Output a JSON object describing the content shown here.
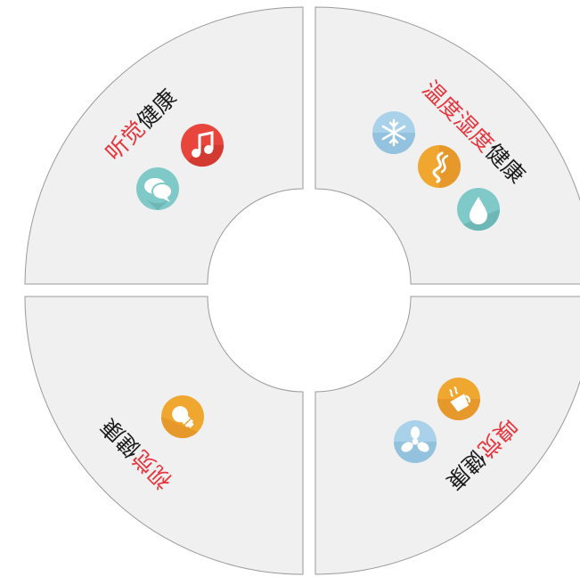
{
  "quadrants": [
    {
      "id": "hearing",
      "highlight": "听觉",
      "rest": "健康",
      "icons": [
        "music-note-icon",
        "speech-bubble-icon"
      ]
    },
    {
      "id": "temperature-humidity",
      "highlight": "温度湿度",
      "rest": "健康",
      "icons": [
        "snowflake-icon",
        "heat-icon",
        "water-drop-icon"
      ]
    },
    {
      "id": "vision",
      "highlight": "视觉",
      "rest": "健康",
      "icons": [
        "light-bulb-icon"
      ]
    },
    {
      "id": "smell",
      "highlight": "嗅觉",
      "rest": "健康",
      "icons": [
        "coffee-cup-icon",
        "fan-icon"
      ]
    }
  ],
  "colors": {
    "highlight": "#e8343c",
    "text": "#1a1a1a",
    "panel": "#f0f0f0",
    "red_icon": "#e8453c",
    "teal_icon": "#7fcac8",
    "orange_icon": "#f0a72f",
    "blue_icon": "#a9d1ea"
  }
}
